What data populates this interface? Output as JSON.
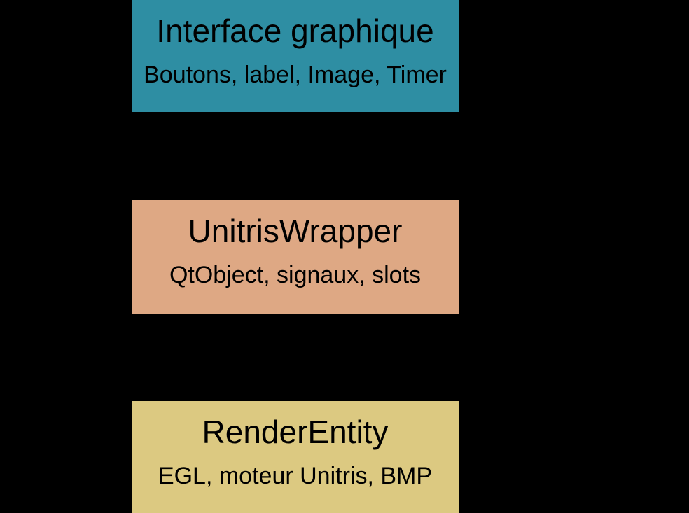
{
  "page": {
    "background_color": "#000000",
    "text_color": "#000000"
  },
  "diagram": {
    "type": "layered-architecture",
    "layers": [
      {
        "title": "Interface graphique",
        "subtitle": "Boutons, label, Image, Timer",
        "color": "#2E8EA3"
      },
      {
        "title": "UnitrisWrapper",
        "subtitle": "QtObject, signaux, slots",
        "color": "#DEA884"
      },
      {
        "title": "RenderEntity",
        "subtitle": "EGL, moteur Unitris, BMP",
        "color": "#DCC981"
      }
    ]
  }
}
